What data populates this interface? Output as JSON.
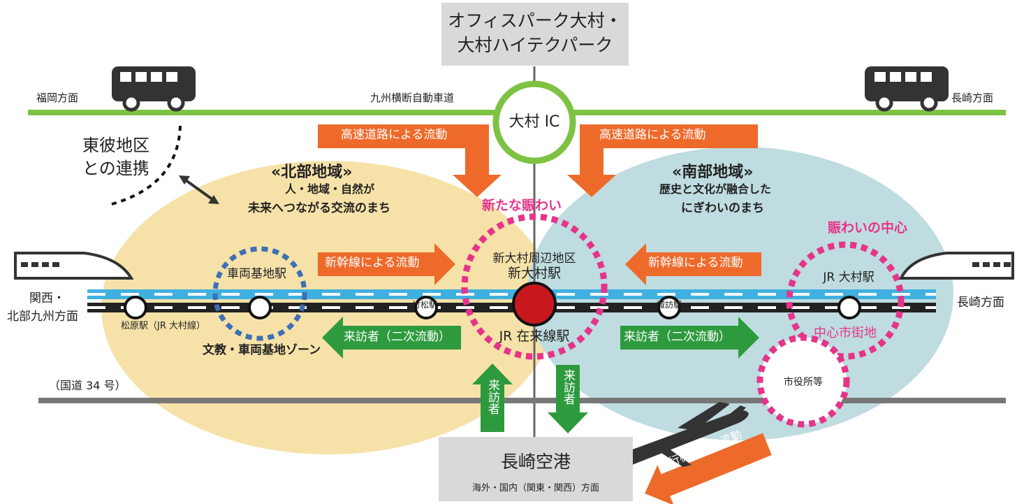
{
  "top_box": {
    "line1": "オフィスパーク大村・",
    "line2": "大村ハイテクパーク"
  },
  "expressway": {
    "name": "九州横断自動車道",
    "left": "福岡方面",
    "right": "長崎方面"
  },
  "ic": {
    "label": "大村 IC"
  },
  "higashisonogi": {
    "line1": "東彼地区",
    "line2": "との連携"
  },
  "flow_highway": {
    "left": "高速道路による流動",
    "right": "高速道路による流動"
  },
  "north": {
    "title": "«北部地域»",
    "line1": "人・地域・自然が",
    "line2": "未来へつながる交流のまち"
  },
  "south": {
    "title": "«南部地域»",
    "line1": "歴史と文化が融合した",
    "line2": "にぎわいのまち"
  },
  "new_bustle": "新たな賑わい",
  "bustle_center": "賑わいの中心",
  "depot_station": "車両基地駅",
  "shinkansen_flow": {
    "left": "新幹線による流動",
    "right": "新幹線による流動"
  },
  "new_omura": {
    "line1": "新大村周辺地区",
    "line2": "新大村駅",
    "conventional": "JR 在来線駅"
  },
  "jr_omura": "JR 大村駅",
  "city_center": "中心市街地",
  "city_hall": "市役所等",
  "west_dir": {
    "line1": "関西・",
    "line2": "北部九州方面"
  },
  "east_dir": "長崎方面",
  "stations": {
    "matsubara": "松原駅（JR 大村線）",
    "takematsu": "竹松駅",
    "suwa": "諏訪駅"
  },
  "visitors_secondary": {
    "left": "来訪者（二次流動）",
    "right": "来訪者（二次流動）"
  },
  "zone_label": "文教・車両基地ゾーン",
  "route34": "（国道 34 号）",
  "visitors_vertical": {
    "up": "来訪者",
    "down": "来訪者"
  },
  "airport": {
    "name": "長崎空港",
    "sub": "海外・国内（関東・関西）方面"
  },
  "plane_flow": "飛行機による流動",
  "colors": {
    "north_zone": "#f6e2a8",
    "south_zone": "#bfdce0",
    "expressway": "#7dc242",
    "orange": "#ee6a2b",
    "green": "#2e9a3e",
    "pink": "#e6348a",
    "blue_dash": "#3f6fb5",
    "rail_blue": "#3fb0e0",
    "gray": "#777777",
    "red_station": "#c8181e"
  },
  "icons": [
    "bus-icon",
    "shinkansen-icon",
    "airplane-icon",
    "station-marker-icon"
  ]
}
